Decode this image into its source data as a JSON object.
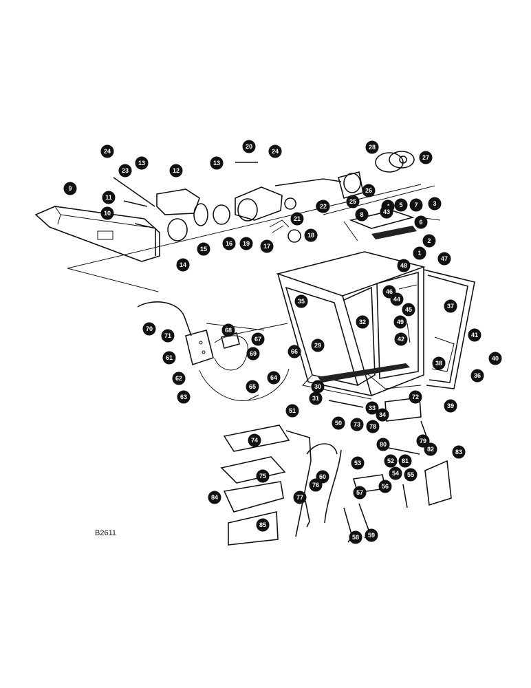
{
  "drawing_id": "B2611",
  "callouts": [
    "1",
    "2",
    "3",
    "4",
    "5",
    "6",
    "7",
    "8",
    "9",
    "10",
    "11",
    "12",
    "13",
    "13",
    "14",
    "15",
    "16",
    "17",
    "18",
    "19",
    "20",
    "21",
    "22",
    "23",
    "24",
    "24",
    "25",
    "26",
    "27",
    "28",
    "29",
    "30",
    "31",
    "32",
    "33",
    "34",
    "35",
    "36",
    "37",
    "38",
    "39",
    "40",
    "41",
    "42",
    "43",
    "44",
    "45",
    "46",
    "47",
    "48",
    "49",
    "50",
    "51",
    "52",
    "53",
    "54",
    "55",
    "56",
    "57",
    "58",
    "59",
    "60",
    "61",
    "62",
    "63",
    "64",
    "65",
    "66",
    "67",
    "68",
    "69",
    "70",
    "71",
    "72",
    "73",
    "74",
    "75",
    "76",
    "77",
    "78",
    "79",
    "80",
    "81",
    "82",
    "83",
    "84",
    "85"
  ]
}
